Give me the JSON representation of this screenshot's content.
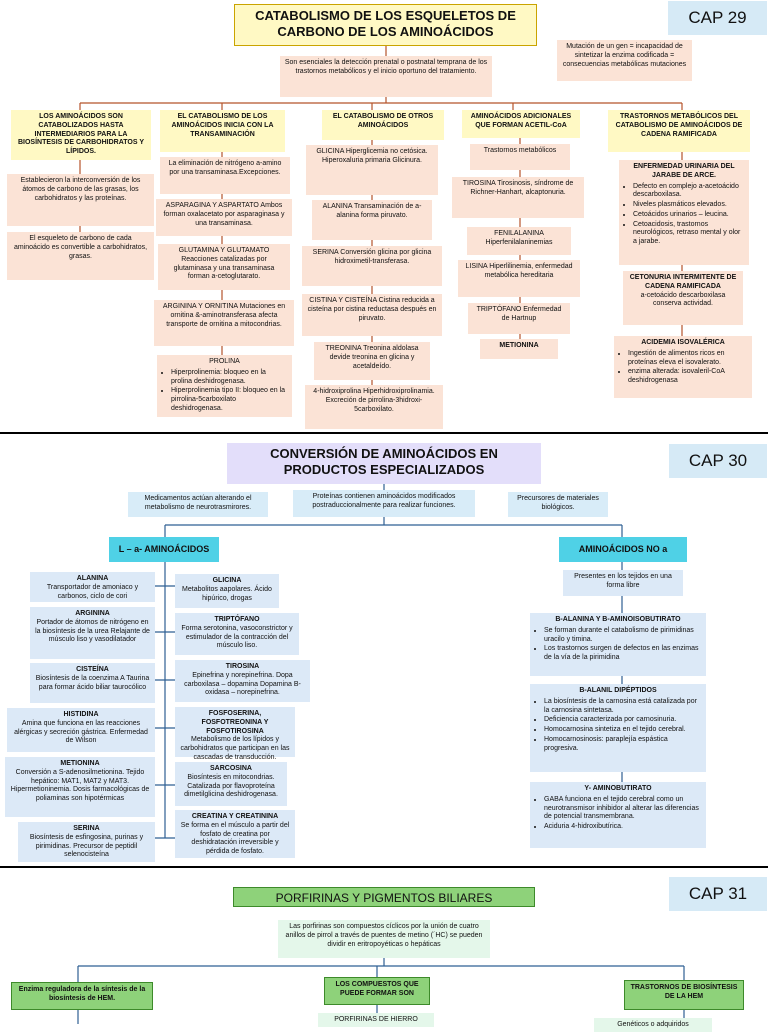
{
  "cap29": {
    "cap": "CAP 29",
    "title": "CATABOLISMO DE LOS ESQUELETOS DE CARBONO DE LOS AMINOÁCIDOS",
    "intro": "Son esenciales la detección prenatal o postnatal temprana de los trastornos metabólicos y el inicio oportuno del tratamiento.",
    "mutation": "Mutación de un gen = incapacidad de sintetizar la enzima codificada = consecuencias metabólicas mutaciones",
    "col1": {
      "header": "LOS AMINOÁCIDOS SON CATABOLIZADOS HASTA INTERMEDIARIOS PARA LA BIOSÍNTESIS DE CARBOHIDRATOS Y LÍPIDOS.",
      "b1": "Establecieron la interconversión de los átomos de carbono de las grasas, los carbohidratos y las proteínas.",
      "b2": "El esqueleto de carbono de cada aminoácido es convertible a carbohidratos, grasas."
    },
    "col2": {
      "header": "EL CATABOLISMO DE LOS AMINOÁCIDOS INICIA CON LA TRANSAMINACIÓN",
      "b1": "La eliminación de nitrógeno a-amino por una transaminasa.Excepciones.",
      "b2": "ASPARAGINA Y ASPARTATO Ambos forman oxalacetato por asparaginasa y una transaminasa.",
      "b3": "GLUTAMINA Y GLUTAMATO Reacciones catalizadas por glutaminasa y una transaminasa forman a-cetoglutarato.",
      "b4": "ARGININA Y ORNITINA Mutaciones en ornitina &-aminotransferasa afecta transporte de ornitina a mitocondrias.",
      "b5_title": "PROLINA",
      "b5_items": [
        "Hiperprolinemia: bloqueo en la prolina deshidrogenasa.",
        "Hiperprolinemia tipo II: bloqueo en la pirrolina-5carboxilato deshidrogenasa."
      ]
    },
    "col3": {
      "header": "EL CATABOLISMO DE OTROS AMINOÁCIDOS",
      "b1": "GLICINA Hiperglicemia no cetósica. Hiperoxaluria primaria Glicinura.",
      "b2": "ALANINA Transaminación de a-alanina forma piruvato.",
      "b3": "SERINA Conversión glicina por glicina hidroximetil-transferasa.",
      "b4": "CISTINA Y CISTEÍNA Cistina reducida a cisteína por cistina reductasa después en piruvato.",
      "b5": "TREONINA Treonina aldolasa devide treonina en glicina y acetaldeído.",
      "b6": "4-hidroxiprolina Hiperhidroxiprolinamia. Excreción de pirrolina-3hidroxi-5carboxilato."
    },
    "col4": {
      "header": "AMINOÁCIDOS ADICIONALES QUE FORMAN ACETIL-CoA",
      "b1": "Trastornos metabólicos",
      "b2": "TIROSINA Tirosinosis, síndrome de Richner-Hanhart, alcaptonuria.",
      "b3": "FENILALANINA Hiperfenilalaninemias",
      "b4": "LISINA Hiperlilinemia, enfermedad metabólica hereditaria",
      "b5": "TRIPTÓFANO Enfermedad de Hartnup",
      "b6": "METIONINA"
    },
    "col5": {
      "header": "TRASTORNOS METABÓLICOS DEL CATABOLISMO DE AMINOÁCIDOS DE CADENA RAMIFICADA",
      "b1_title": "ENFERMEDAD URINARIA DEL JARABE DE ARCE.",
      "b1_items": [
        "Defecto en complejo a-acetoácido descarboxilasa.",
        "Niveles plasmáticos elevados.",
        "Cetoácidos urinarios – leucina.",
        "Cetoacidosis, trastornos neurológicos, retraso mental y olor a jarabe."
      ],
      "b2_title": "CETONURIA INTERMITENTE DE CADENA RAMIFICADA",
      "b2_text": "a-cetoácido descarboxilasa conserva actividad.",
      "b3_title": "ACIDEMIA ISOVALÉRICA",
      "b3_items": [
        "Ingestión de alimentos ricos en proteínas eleva el isovalerato.",
        "enzima alterada: isovaleril-CoA deshidrogenasa"
      ]
    }
  },
  "cap30": {
    "cap": "CAP 30",
    "title": "CONVERSIÓN DE AMINOÁCIDOS EN PRODUCTOS ESPECIALIZADOS",
    "top_left": "Medicamentos actúan alterando el metabolismo de neurotrasmirores.",
    "top_center": "Proteínas contienen aminoácidos modificados postraduccionalmente para realizar funciones.",
    "top_right": "Precursores de materiales biológicos.",
    "left_header": "L – a- AMINOÁCIDOS",
    "right_header": "AMINOÁCIDOS NO a",
    "left_a": [
      {
        "title": "ALANINA",
        "text": "Transportador de amoniaco y carbonos, ciclo de cori"
      },
      {
        "title": "ARGININA",
        "text": "Portador de átomos de nitrógeno en la biosíntesis de la urea Relajante de músculo liso y vasodilatador"
      },
      {
        "title": "CISTEÍNA",
        "text": "Biosíntesis de la coenzima A Taurina para formar ácido biliar taurocólico"
      },
      {
        "title": "HISTIDINA",
        "text": "Amina que funciona en las reacciones alérgicas y secreción gástrica. Enfermedad de Wilson"
      },
      {
        "title": "METIONINA",
        "text": "Conversión a S-adenosilmetionina. Tejido hepático: MAT1, MAT2 y MAT3. Hipermetioninemia. Dosis farmacológicas de poliaminas son hipotérmicas"
      },
      {
        "title": "SERINA",
        "text": "Biosíntesis de esfingosina, purinas y pirimidinas. Precursor de peptidil selenocisteína"
      }
    ],
    "left_b": [
      {
        "title": "GLICINA",
        "text": "Metabolitos aapolares. Ácido hipúrico, drogas"
      },
      {
        "title": "TRIPTÓFANO",
        "text": "Forma serotonina, vasoconstrictor y estimulador de la contracción del músculo liso."
      },
      {
        "title": "TIROSINA",
        "text": "Epinefrina y norepinefrina. Dopa carboxilasa – dopamina Dopamina B-oxidasa – norepinefrina."
      },
      {
        "title": "FOSFOSERINA, FOSFOTREONINA Y FOSFOTIROSINA",
        "text": "Metabolismo de los lípidos y carbohidratos que participan en las cascadas de transducción."
      },
      {
        "title": "SARCOSINA",
        "text": "Biosíntesis en mitocondrias. Catalizada por flavoproteína dimetilglicina deshidrogenasa."
      },
      {
        "title": "CREATINA Y CREATININA",
        "text": "Se forma en el músculo a partir del fosfato de creatina por deshidratación irreversible y pérdida de fosfato."
      }
    ],
    "right_b0": "Presentes en los tejidos en una forma libre",
    "right_b1_title": "B-ALANINA Y B-AMINOISOBUTIRATO",
    "right_b1_items": [
      "Se forman durante el catabolismo de pirimidinas uracilo y timina.",
      "Los trastornos surgen de defectos en las enzimas de la vía de la pirimidina"
    ],
    "right_b2_title": "B-ALANIL DIPÉPTIDOS",
    "right_b2_items": [
      "La biosíntesis de la carnosina está catalizada por la carnosina sintetasa.",
      "Deficiencia caracterizada por carnosinuria.",
      "Homocarnosina sintetiza en el tejido cerebral.",
      "Homocarnosinosis: paraplejía espástica progresiva."
    ],
    "right_b3_title": "Y- AMINOBUTIRATO",
    "right_b3_items": [
      "GABA funciona en el tejido cerebral como un neurotransmisor inhibidor al alterar las diferencias de potencial transmembrana.",
      "Aciduria 4-hidroxibutírica."
    ]
  },
  "cap31": {
    "cap": "CAP 31",
    "title": "PORFIRINAS Y PIGMENTOS BILIARES",
    "intro": "Las porfirinas son compuestos cíclicos por la unión de cuatro anillos de pirrol a través de puentes de metino (´HC) se pueden dividir en eritropoyéticas o hepáticas",
    "left": "Enzima reguladora de la síntesis de la biosíntesis de HEM.",
    "center": "LOS COMPUESTOS QUE PUEDE FORMAR SON",
    "center_sub": "PORFIRINAS DE HIERRO",
    "right": "TRASTORNOS DE BIOSÍNTESIS DE LA HEM",
    "right_sub": "Genéticos o adquiridos"
  }
}
